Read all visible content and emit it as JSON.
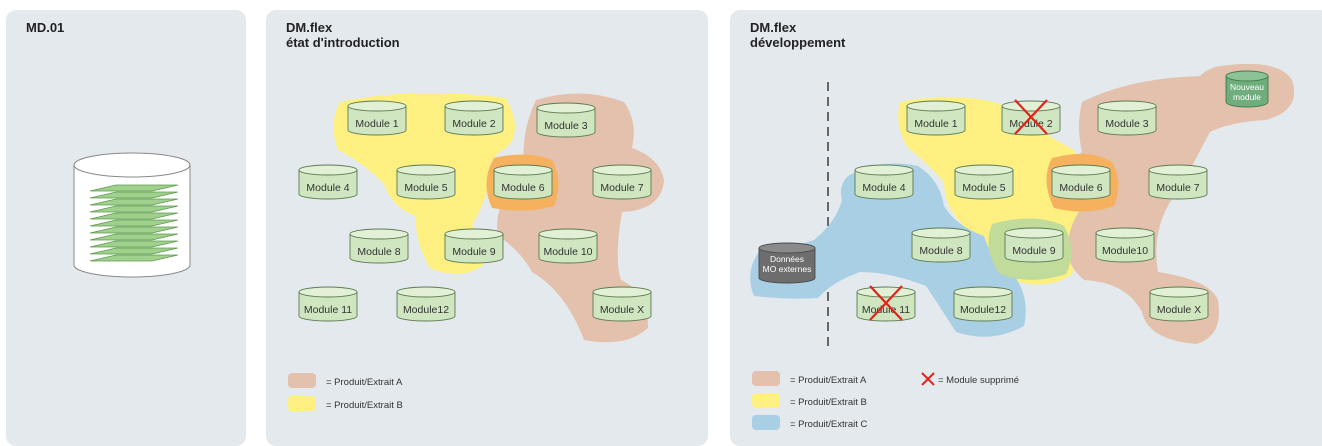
{
  "panels": [
    {
      "title": [
        "MD.01"
      ]
    },
    {
      "title": [
        "DM.flex",
        "état d'introduction"
      ]
    },
    {
      "title": [
        "DM.flex",
        "développement"
      ]
    }
  ],
  "colors": {
    "panel_bg": "#e4e9ed",
    "product_a": "#e3c1ad",
    "product_b": "#fdf081",
    "product_c": "#a9cfe5",
    "overlap_ab": "#f5b15e",
    "overlap_bc": "#c1db9a",
    "module_fill": "#cfe6c0",
    "new_module_fill": "#6fae7c",
    "external_fill": "#6d6d6d",
    "deleted_mark": "#e2231a"
  },
  "modules": {
    "m1": "Module 1",
    "m2": "Module 2",
    "m3": "Module 3",
    "m4": "Module 4",
    "m5": "Module 5",
    "m6": "Module 6",
    "m7": "Module 7",
    "m8": "Module 8",
    "m9": "Module 9",
    "m10": "Module 10",
    "m10b": "Module10",
    "m11": "Module 11",
    "m12": "Module12",
    "mx": "Module X",
    "new_line1": "Nouveau",
    "new_line2": "module",
    "ext_line1": "Données",
    "ext_line2": "MO externes"
  },
  "legend": {
    "a": "= Produit/Extrait A",
    "b": "= Produit/Extrait B",
    "c": "= Produit/Extrait C",
    "deleted": "= Module supprimé"
  }
}
